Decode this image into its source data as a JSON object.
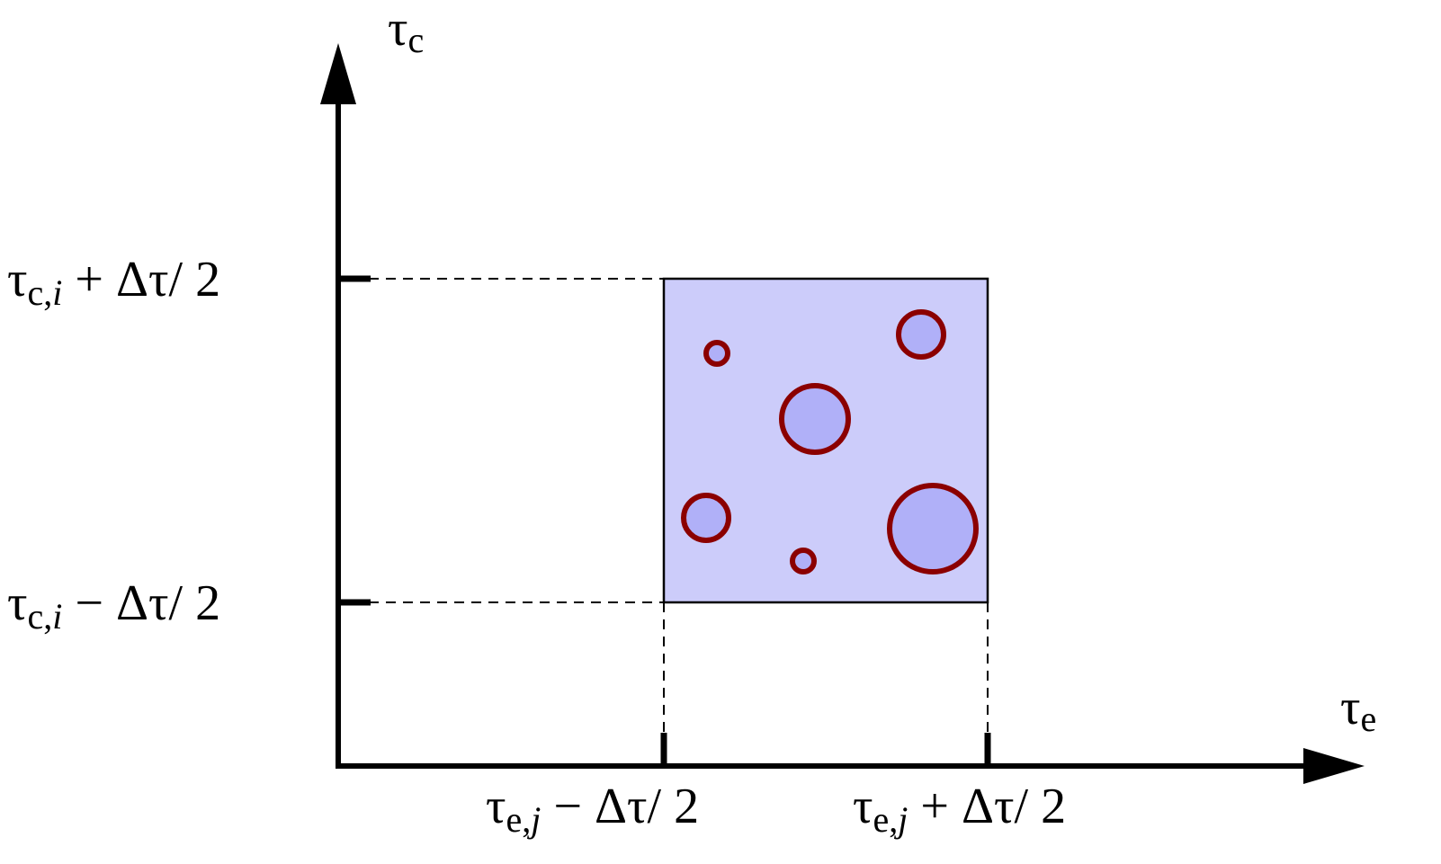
{
  "axes": {
    "y_label": {
      "main": "τ",
      "sub": "c"
    },
    "x_label": {
      "main": "τ",
      "sub": "e"
    }
  },
  "y_ticks": {
    "upper": {
      "tau": "τ",
      "sub": "c,",
      "index": "i",
      "rest": " + Δτ/ 2"
    },
    "lower": {
      "tau": "τ",
      "sub": "c,",
      "index": "i",
      "rest": " − Δτ/ 2"
    }
  },
  "x_ticks": {
    "left": {
      "tau": "τ",
      "sub": "e,",
      "index": "j",
      "rest": " − Δτ/ 2"
    },
    "right": {
      "tau": "τ",
      "sub": "e,",
      "index": "j",
      "rest": " + Δτ/ 2"
    }
  },
  "colors": {
    "axis": "#000000",
    "cell_fill": "#ccccfa",
    "cell_border": "#000000",
    "circle_stroke": "#8b0000",
    "circle_fill": "#b0b0f8"
  },
  "cell": {
    "num_samples": 6
  }
}
